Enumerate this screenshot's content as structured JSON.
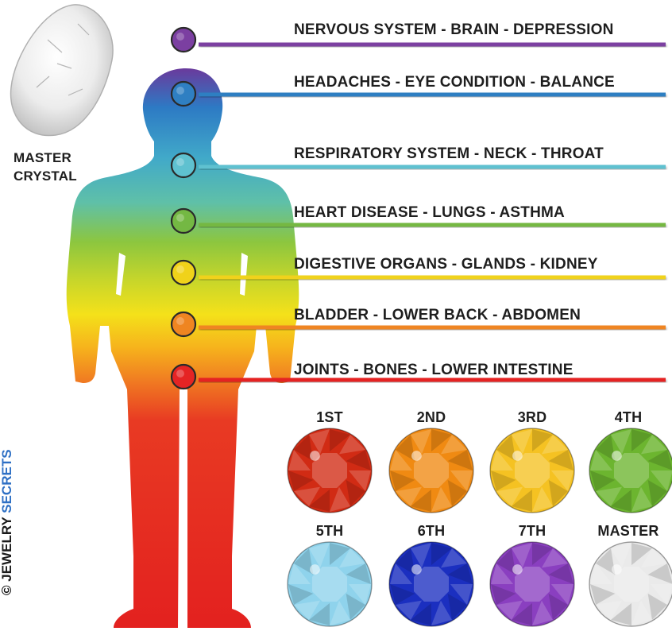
{
  "crystal": {
    "label_line1": "MASTER",
    "label_line2": "CRYSTAL"
  },
  "chakras": [
    {
      "label": "NERVOUS SYSTEM - BRAIN - DEPRESSION",
      "color": "#7b3fa1"
    },
    {
      "label": "HEADACHES - EYE CONDITION - BALANCE",
      "color": "#2f7fc2"
    },
    {
      "label": "RESPIRATORY SYSTEM - NECK - THROAT",
      "color": "#5fc1d0"
    },
    {
      "label": "HEART DISEASE - LUNGS - ASTHMA",
      "color": "#74b843"
    },
    {
      "label": "DIGESTIVE ORGANS - GLANDS - KIDNEY",
      "color": "#f0d21a"
    },
    {
      "label": "BLADDER - LOWER BACK - ABDOMEN",
      "color": "#ef8521"
    },
    {
      "label": "JOINTS - BONES - LOWER INTESTINE",
      "color": "#e52424"
    }
  ],
  "gems": [
    {
      "label": "1ST",
      "color": "#d12b14"
    },
    {
      "label": "2ND",
      "color": "#f08a12"
    },
    {
      "label": "3RD",
      "color": "#f5c222"
    },
    {
      "label": "4TH",
      "color": "#6cb52f"
    },
    {
      "label": "5TH",
      "color": "#8fd3ec"
    },
    {
      "label": "6TH",
      "color": "#1b2fc0"
    },
    {
      "label": "7TH",
      "color": "#8a3fc0"
    },
    {
      "label": "MASTER",
      "color": "#eaeaea"
    }
  ],
  "credit": {
    "symbol": "©",
    "brand_part1": "JEWELRY",
    "brand_part2": "SECRETS",
    "brand_color1": "#1a1a1a",
    "brand_color2": "#2d6fc4"
  }
}
